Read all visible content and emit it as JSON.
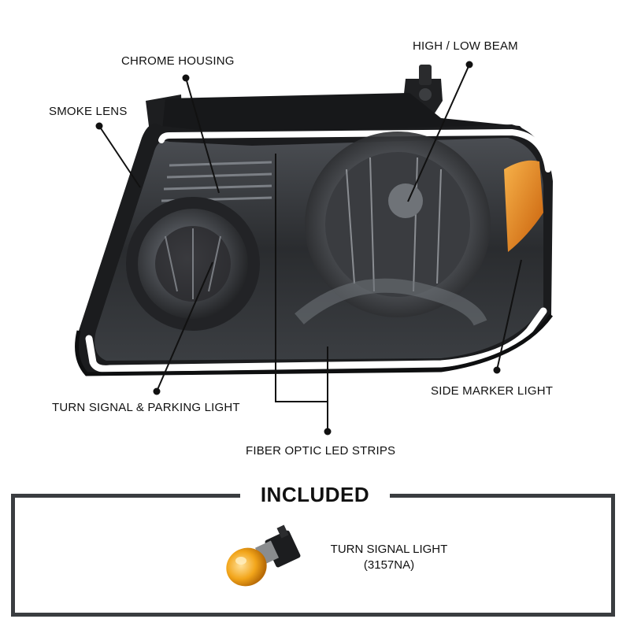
{
  "callouts": {
    "chrome_housing": "CHROME HOUSING",
    "high_low_beam": "HIGH / LOW BEAM",
    "smoke_lens": "SMOKE LENS",
    "turn_signal_parking": "TURN SIGNAL & PARKING LIGHT",
    "side_marker": "SIDE MARKER LIGHT",
    "fiber_optic": "FIBER OPTIC LED STRIPS"
  },
  "included": {
    "title": "INCLUDED",
    "item_name": "TURN SIGNAL LIGHT",
    "item_part": "(3157NA)"
  },
  "colors": {
    "lens": "#2e3033",
    "housing_dark": "#1b1c1e",
    "chrome": "#9fa3a8",
    "led_strip": "#ffffff",
    "amber": "#e8891c",
    "frame": "#3a3d40",
    "bulb": "#f2a51a"
  },
  "icons": [
    "headlight-image",
    "bulb-image"
  ]
}
